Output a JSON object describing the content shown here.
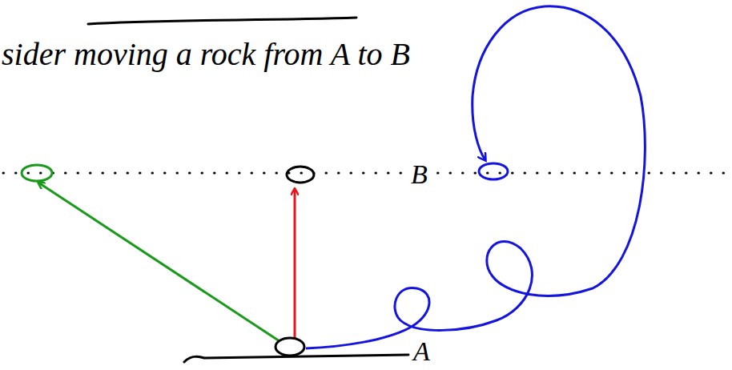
{
  "diagram": {
    "labels": [
      "sider moving a rock from A to B",
      "B",
      "A"
    ]
  }
}
